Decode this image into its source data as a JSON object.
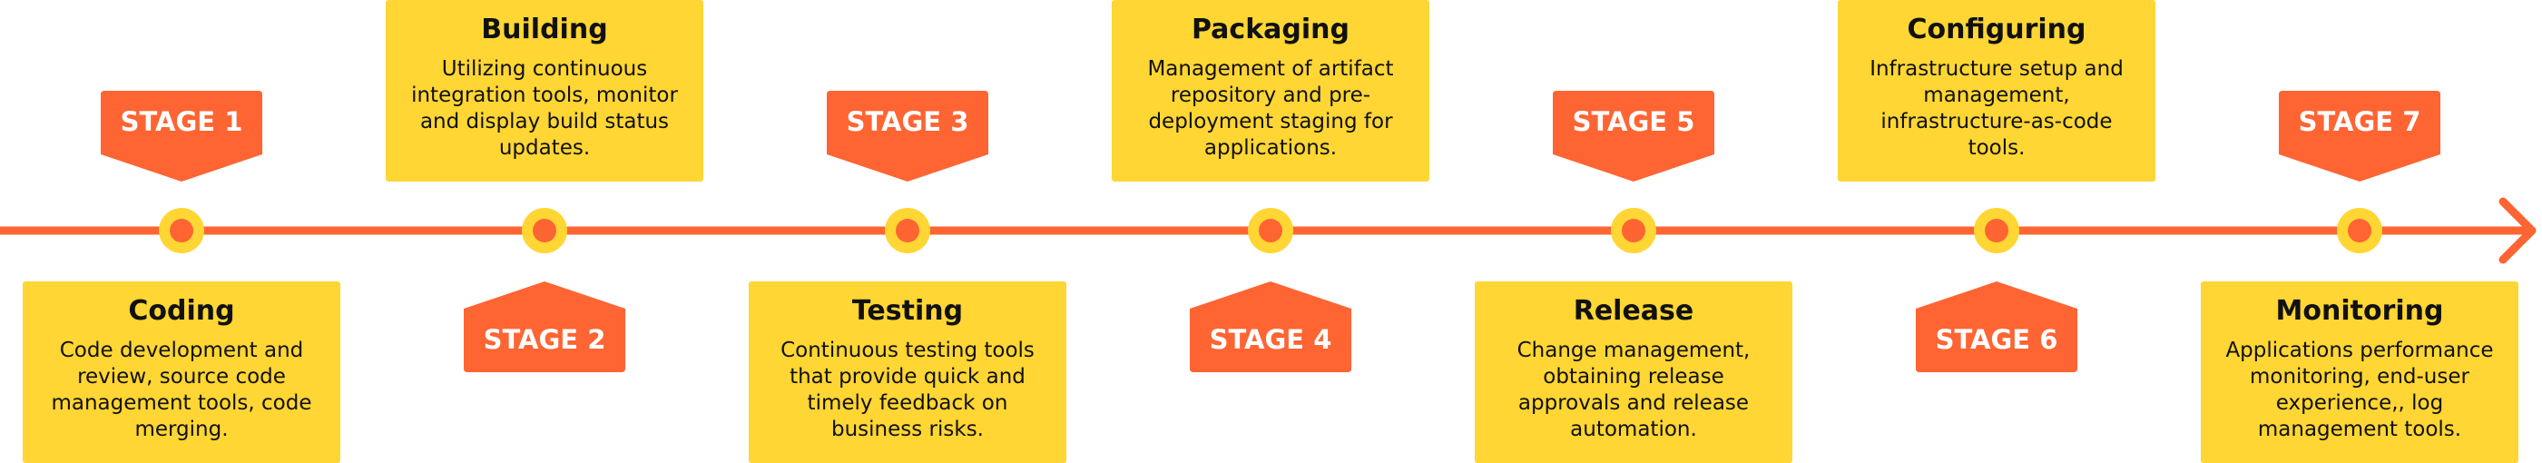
{
  "colors": {
    "orange": "#ff6433",
    "yellow": "#ffd633",
    "text": "#111111",
    "badge_text": "#ffffff"
  },
  "stages": [
    {
      "badge": "STAGE 1",
      "title": "Coding",
      "description": "Code development and review, source code management tools, code merging.",
      "card_side": "bottom"
    },
    {
      "badge": "STAGE 2",
      "title": "Building",
      "description": "Utilizing continuous integration tools, monitor and display build status updates.",
      "card_side": "top"
    },
    {
      "badge": "STAGE 3",
      "title": "Testing",
      "description": "Continuous testing tools that provide quick and timely feedback on business risks.",
      "card_side": "bottom"
    },
    {
      "badge": "STAGE 4",
      "title": "Packaging",
      "description": "Management of artifact repository and pre-deployment staging for applications.",
      "card_side": "top"
    },
    {
      "badge": "STAGE 5",
      "title": "Release",
      "description": "Change management, obtaining release approvals and release automation.",
      "card_side": "bottom"
    },
    {
      "badge": "STAGE 6",
      "title": "Configuring",
      "description": "Infrastructure setup and management, infrastructure-as-code tools.",
      "card_side": "top"
    },
    {
      "badge": "STAGE 7",
      "title": "Monitoring",
      "description": "Applications performance monitoring, end-user experience,, log management tools.",
      "card_side": "bottom"
    }
  ]
}
